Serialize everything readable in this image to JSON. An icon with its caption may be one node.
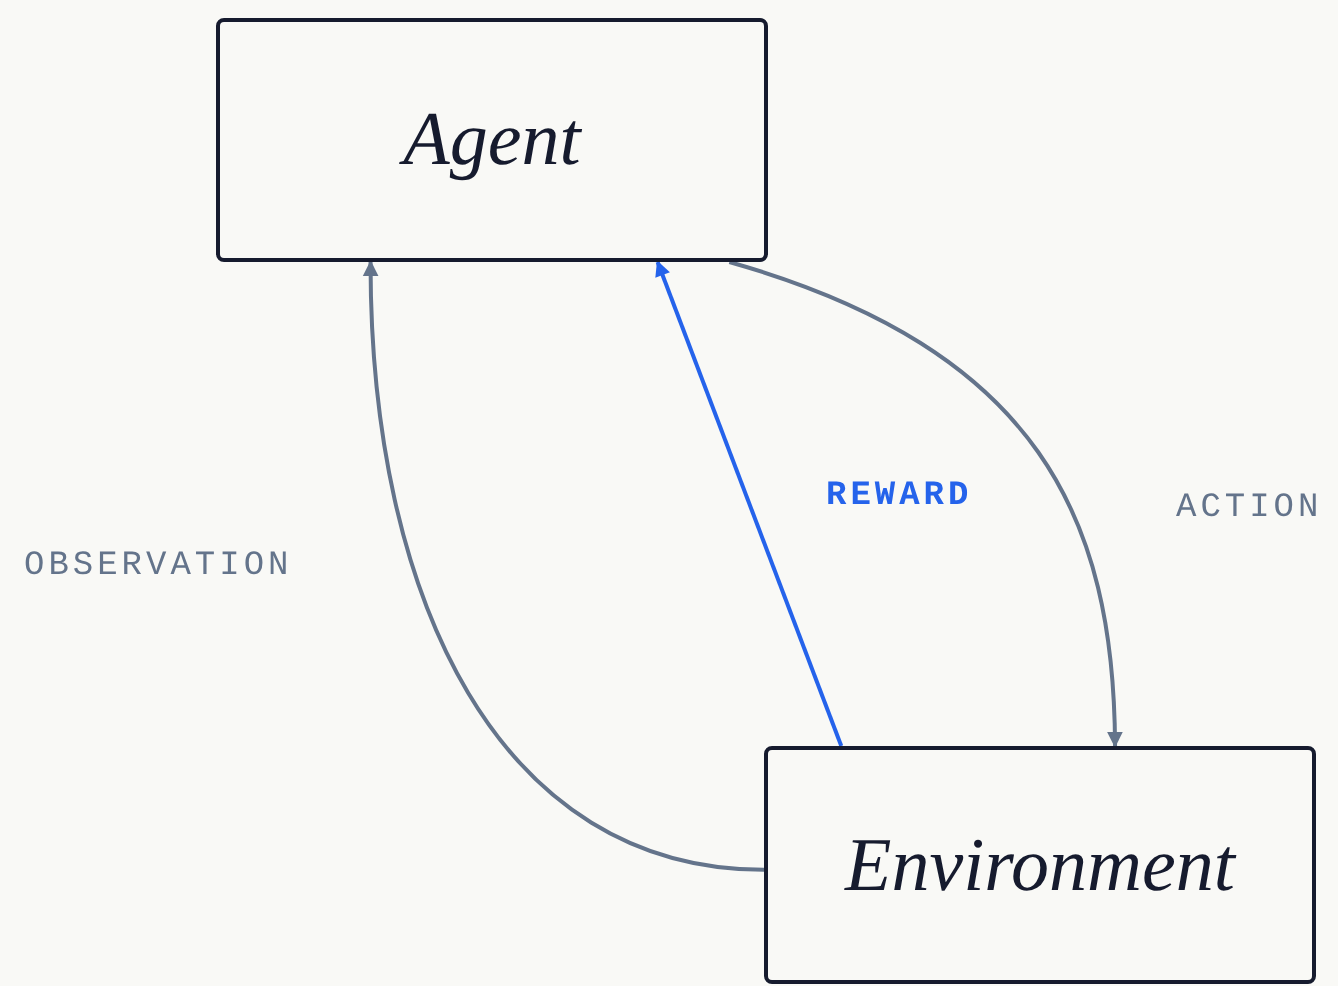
{
  "diagram": {
    "nodes": [
      {
        "text": [
          "Agent"
        ]
      },
      {
        "text": [
          "Environment"
        ]
      }
    ],
    "edges": [
      {
        "from": 1,
        "to": 0,
        "arrow": "to",
        "label": "OBSERVATION"
      },
      {
        "from": 1,
        "to": 0,
        "arrow": "to",
        "label": "REWARD",
        "color": "#2563eb"
      },
      {
        "from": 0,
        "to": 1,
        "arrow": "to",
        "label": "ACTION"
      }
    ]
  }
}
